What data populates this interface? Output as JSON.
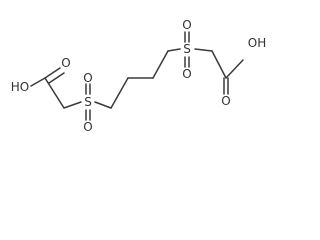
{
  "molecule": {
    "atoms": [
      {
        "id": "a1",
        "label": "HO"
      },
      {
        "id": "a2",
        "label": "O"
      },
      {
        "id": "a3",
        "label": "S"
      },
      {
        "id": "a4",
        "label": "O"
      },
      {
        "id": "a5",
        "label": "O"
      },
      {
        "id": "a6",
        "label": "S"
      },
      {
        "id": "a7",
        "label": "O"
      },
      {
        "id": "a8",
        "label": "O"
      },
      {
        "id": "a9",
        "label": "OH"
      },
      {
        "id": "a10",
        "label": "O"
      }
    ]
  },
  "colors": {
    "bond": "#3a3a3a",
    "atom_label": "#333333",
    "background": "#ffffff"
  }
}
